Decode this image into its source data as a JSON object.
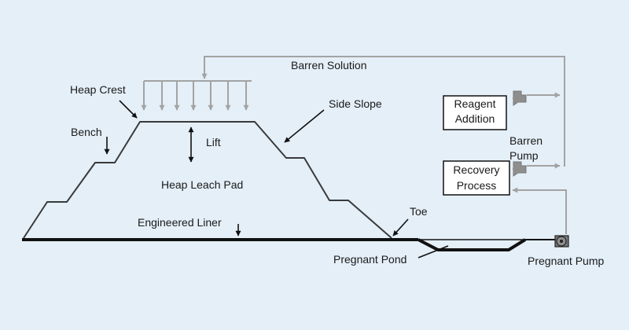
{
  "diagram": {
    "labels": {
      "barren_solution": "Barren Solution",
      "heap_crest": "Heap Crest",
      "side_slope": "Side Slope",
      "bench": "Bench",
      "lift": "Lift",
      "heap_leach_pad": "Heap Leach Pad",
      "engineered_liner": "Engineered Liner",
      "toe": "Toe",
      "pregnant_pond": "Pregnant Pond",
      "pregnant_pump": "Pregnant Pump",
      "barren_pump_line1": "Barren",
      "barren_pump_line2": "Pump"
    },
    "boxes": {
      "reagent_addition": [
        "Reagent",
        "Addition"
      ],
      "recovery_process": [
        "Recovery",
        "Process"
      ]
    },
    "colors": {
      "background": "#e4eff8",
      "pad_outline": "#3a3a3a",
      "liner": "#111111",
      "flow_line": "#a3a3a3",
      "pump_fill": "#8e8e8e",
      "text": "#1a1a1a"
    },
    "icons": {
      "pump": "pump-icon",
      "arrow": "arrow-head"
    }
  }
}
